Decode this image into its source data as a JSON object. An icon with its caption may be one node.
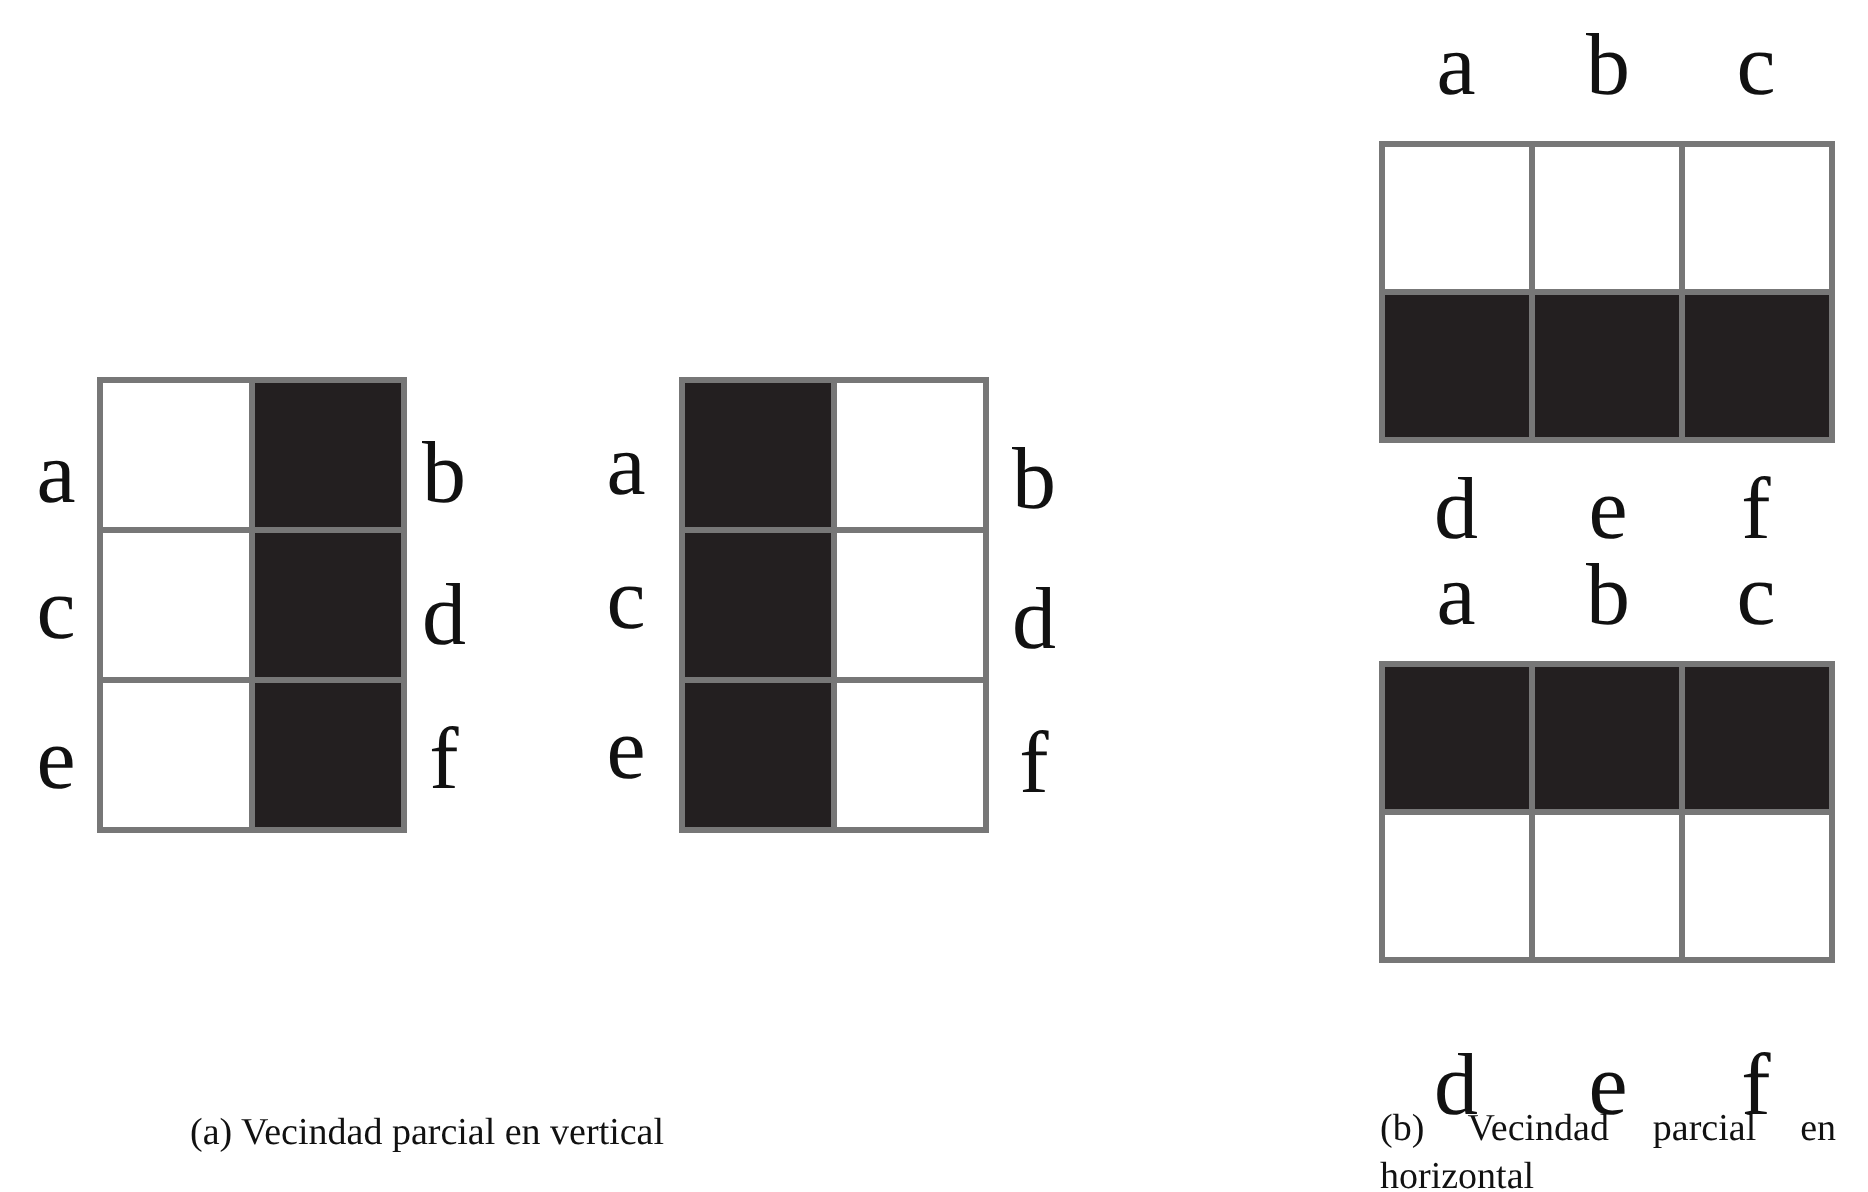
{
  "diagram": {
    "labels": [
      "a",
      "b",
      "c",
      "d",
      "e",
      "f",
      "a",
      "b",
      "c",
      "d",
      "e",
      "f",
      "a",
      "b",
      "c",
      "d",
      "e",
      "f",
      "a",
      "b",
      "c",
      "d",
      "e",
      "f",
      "(a) Vecindad parcial en vertical",
      "(b) Vecindad parcial en horizontal"
    ]
  }
}
